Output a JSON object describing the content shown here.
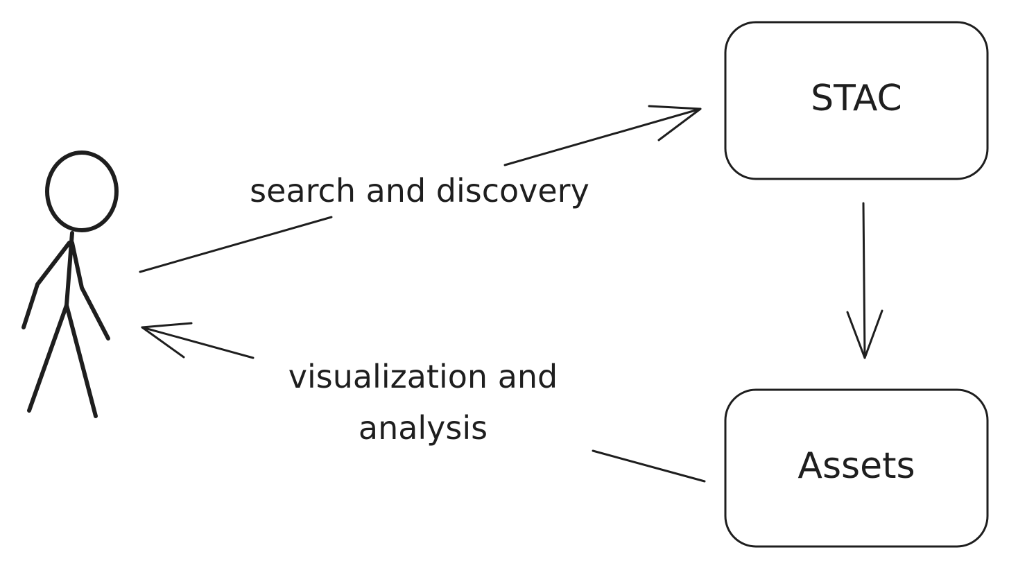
{
  "nodes": {
    "stac": {
      "label": "STAC"
    },
    "assets": {
      "label": "Assets"
    }
  },
  "edges": {
    "search": {
      "label": "search and discovery"
    },
    "visualization": {
      "line1": "visualization and",
      "line2": "analysis"
    }
  },
  "colors": {
    "stroke": "#1e1e1e",
    "background": "#ffffff"
  }
}
